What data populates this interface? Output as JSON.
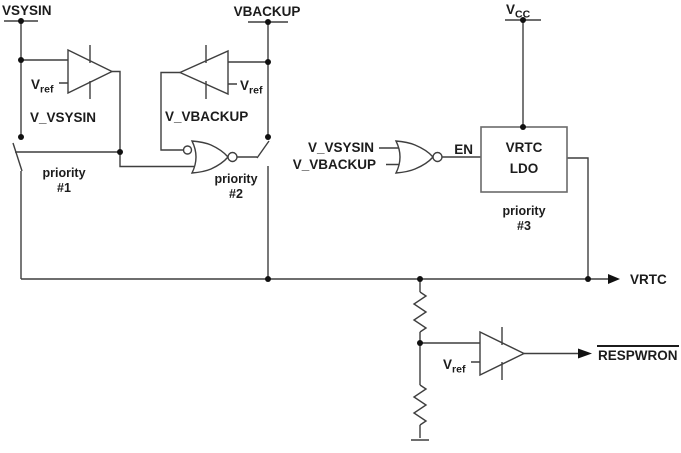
{
  "colors": {
    "wire": "#3f3f3f",
    "component": "#3f3f3f",
    "text": "#1c1c1c",
    "dot": "#111111",
    "box_stroke": "#6a6a6a",
    "background": "#ffffff"
  },
  "terminals": {
    "vsysin": "VSYSIN",
    "vbackup": "VBACKUP",
    "vcc_base": "V",
    "vcc_sub": "CC"
  },
  "comparators": {
    "vref_base": "V",
    "vref_sub": "ref"
  },
  "signals": {
    "v_vsysin": "V_VSYSIN",
    "v_vbackup": "V_VBACKUP",
    "en": "EN"
  },
  "switches": {
    "priority_word": "priority",
    "sw1_rank": "#1",
    "sw2_rank": "#2",
    "sw3_rank": "#3"
  },
  "ldo": {
    "line1": "VRTC",
    "line2": "LDO"
  },
  "outputs": {
    "vrtc": "VRTC",
    "respwron": "RESPWRON"
  }
}
